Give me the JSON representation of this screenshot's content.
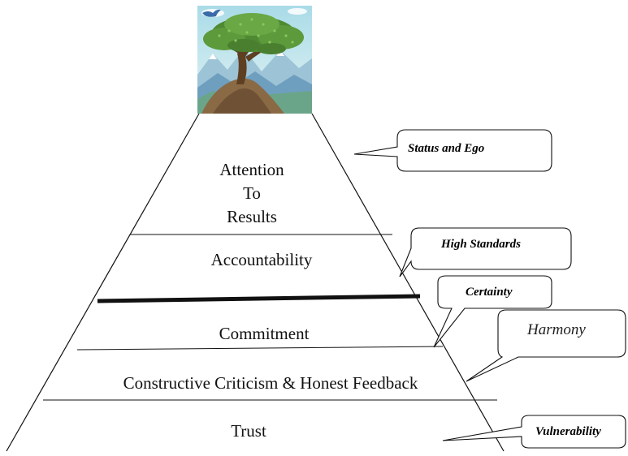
{
  "pyramid": {
    "layers": [
      {
        "line1": "Attention",
        "line2": "To",
        "line3": "Results"
      },
      {
        "label": "Accountability"
      },
      {
        "label": "Commitment"
      },
      {
        "label": "Constructive Criticism & Honest Feedback"
      },
      {
        "label": "Trust"
      }
    ]
  },
  "callouts": {
    "status_ego": "Status and Ego",
    "high_standards": "High Standards",
    "certainty": "Certainty",
    "harmony": "Harmony",
    "vulnerability": "Vulnerability"
  },
  "image": {
    "icon": "tree-on-hill-icon"
  },
  "colors": {
    "line": "#111111",
    "sky": "#bfe3ea",
    "mountain": "#7fb0c9",
    "foliage": "#5c9a3c",
    "trunk": "#6b4a2b",
    "bird": "#3a6aa8"
  }
}
